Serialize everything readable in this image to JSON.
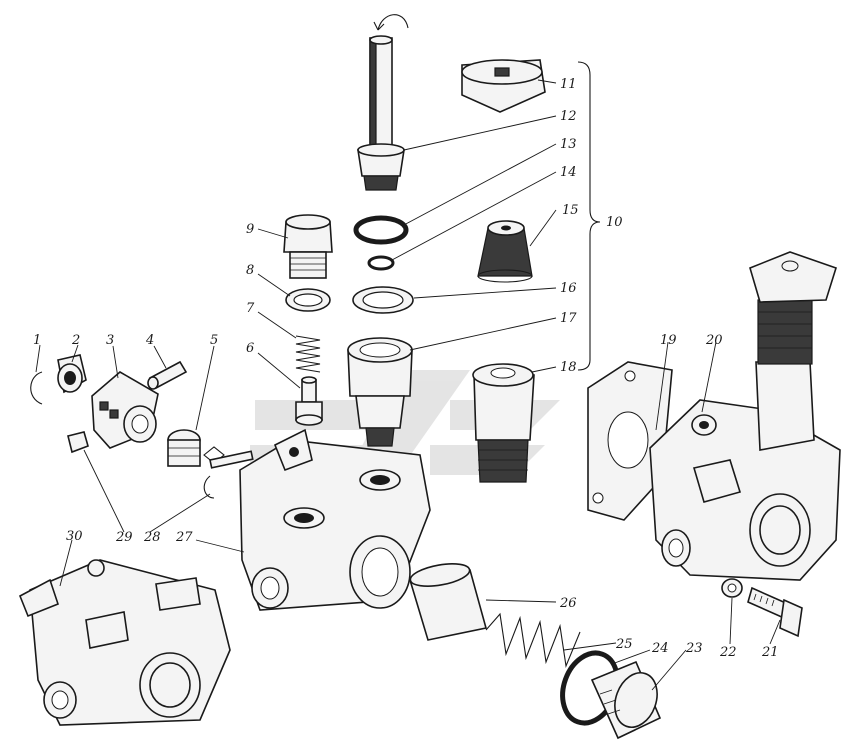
{
  "labels": [
    {
      "id": "1",
      "text": "1"
    },
    {
      "id": "2",
      "text": "2"
    },
    {
      "id": "3",
      "text": "3"
    },
    {
      "id": "4",
      "text": "4"
    },
    {
      "id": "5",
      "text": "5"
    },
    {
      "id": "6",
      "text": "6"
    },
    {
      "id": "7",
      "text": "7"
    },
    {
      "id": "8",
      "text": "8"
    },
    {
      "id": "9",
      "text": "9"
    },
    {
      "id": "10",
      "text": "10"
    },
    {
      "id": "11",
      "text": "11"
    },
    {
      "id": "12",
      "text": "12"
    },
    {
      "id": "13",
      "text": "13"
    },
    {
      "id": "14",
      "text": "14"
    },
    {
      "id": "15",
      "text": "15"
    },
    {
      "id": "16",
      "text": "16"
    },
    {
      "id": "17",
      "text": "17"
    },
    {
      "id": "18",
      "text": "18"
    },
    {
      "id": "19",
      "text": "19"
    },
    {
      "id": "20",
      "text": "20"
    },
    {
      "id": "21",
      "text": "21"
    },
    {
      "id": "22",
      "text": "22"
    },
    {
      "id": "23",
      "text": "23"
    },
    {
      "id": "24",
      "text": "24"
    },
    {
      "id": "25",
      "text": "25"
    },
    {
      "id": "26",
      "text": "26"
    },
    {
      "id": "27",
      "text": "27"
    },
    {
      "id": "28",
      "text": "28"
    },
    {
      "id": "29",
      "text": "29"
    },
    {
      "id": "30",
      "text": "30"
    }
  ],
  "colors": {
    "ink": "#1a1a1a",
    "paper": "#ffffff",
    "watermark": "#d9d9d9"
  }
}
